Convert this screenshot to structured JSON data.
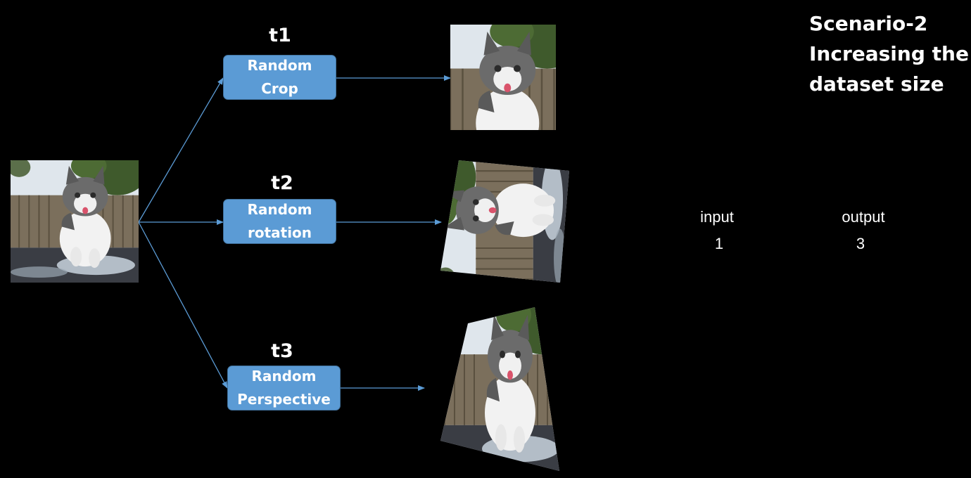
{
  "title": {
    "line1": "Scenario-2",
    "line2": "Increasing the",
    "line3": "dataset size"
  },
  "transforms": [
    {
      "step": "t1",
      "line1": "Random",
      "line2": "Crop"
    },
    {
      "step": "t2",
      "line1": "Random",
      "line2": "rotation"
    },
    {
      "step": "t3",
      "line1": "Random",
      "line2": "Perspective"
    }
  ],
  "summary": {
    "input_label": "input",
    "input_value": "1",
    "output_label": "output",
    "output_value": "3"
  },
  "images": {
    "input": "kitten-photo",
    "outputs": [
      "kitten-crop-photo",
      "kitten-rotated-photo",
      "kitten-perspective-photo"
    ]
  },
  "colors": {
    "background": "#000000",
    "box_fill": "#5b9bd5",
    "box_border": "#41719c",
    "arrow": "#5b9bd5"
  }
}
